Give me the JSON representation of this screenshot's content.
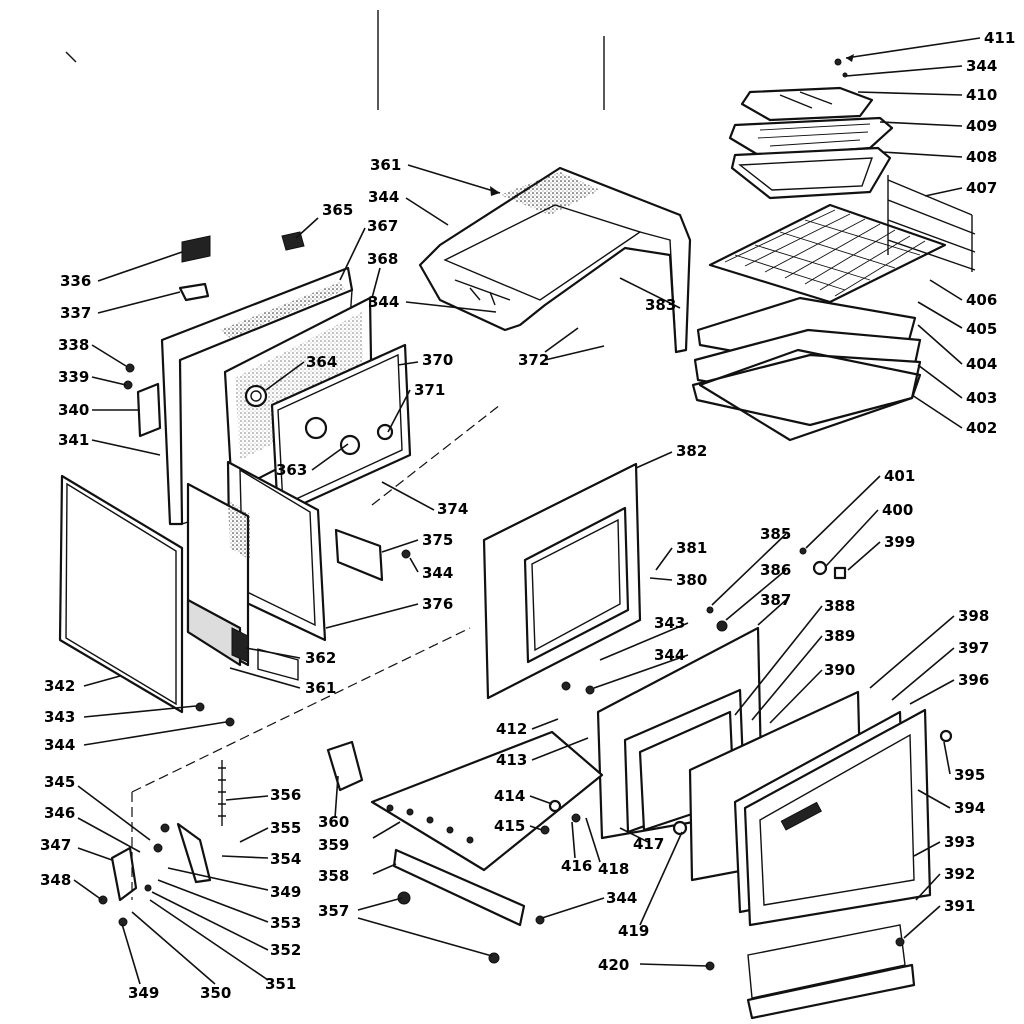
{
  "diagram": {
    "callouts": [
      "411",
      "344",
      "410",
      "409",
      "408",
      "407",
      "406",
      "405",
      "404",
      "403",
      "402",
      "361",
      "344",
      "383",
      "365",
      "367",
      "368",
      "336",
      "337",
      "338",
      "339",
      "340",
      "341",
      "364",
      "370",
      "371",
      "363",
      "374",
      "372",
      "344",
      "382",
      "381",
      "380",
      "375",
      "344",
      "376",
      "362",
      "361",
      "342",
      "343",
      "344",
      "343",
      "344",
      "401",
      "400",
      "399",
      "385",
      "386",
      "387",
      "388",
      "389",
      "390",
      "398",
      "397",
      "396",
      "395",
      "394",
      "393",
      "392",
      "391",
      "412",
      "413",
      "414",
      "415",
      "416",
      "418",
      "417",
      "419",
      "360",
      "359",
      "358",
      "357",
      "344",
      "420",
      "345",
      "346",
      "347",
      "348",
      "356",
      "355",
      "354",
      "349",
      "353",
      "352",
      "351",
      "350",
      "349"
    ]
  }
}
